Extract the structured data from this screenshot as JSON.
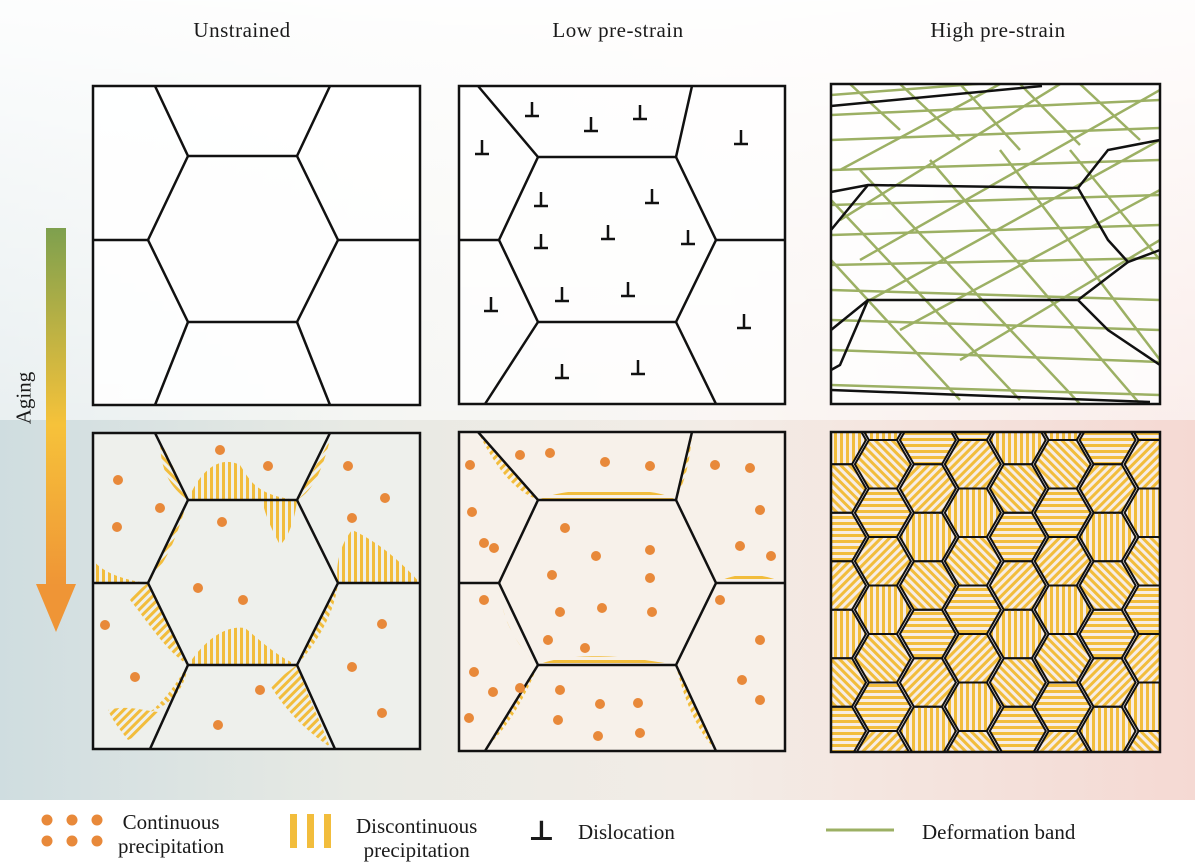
{
  "columns": [
    {
      "title": "Unstrained"
    },
    {
      "title": "Low pre-strain"
    },
    {
      "title": "High pre-strain"
    }
  ],
  "axis": {
    "label": "Aging"
  },
  "legend": {
    "continuous": "Continuous\nprecipitation",
    "discontinuous": "Discontinuous\nprecipitation",
    "dislocation": "Dislocation",
    "deformation_band": "Deformation band"
  },
  "colors": {
    "dot": "#e8893a",
    "stripe": "#f2bd3c",
    "band": "#9cb064",
    "line": "#111111",
    "arrow_top": "#7ea04e",
    "arrow_mid": "#f6c23a",
    "arrow_bottom": "#ef9536"
  },
  "icons": {
    "dislocation": "⊥"
  }
}
